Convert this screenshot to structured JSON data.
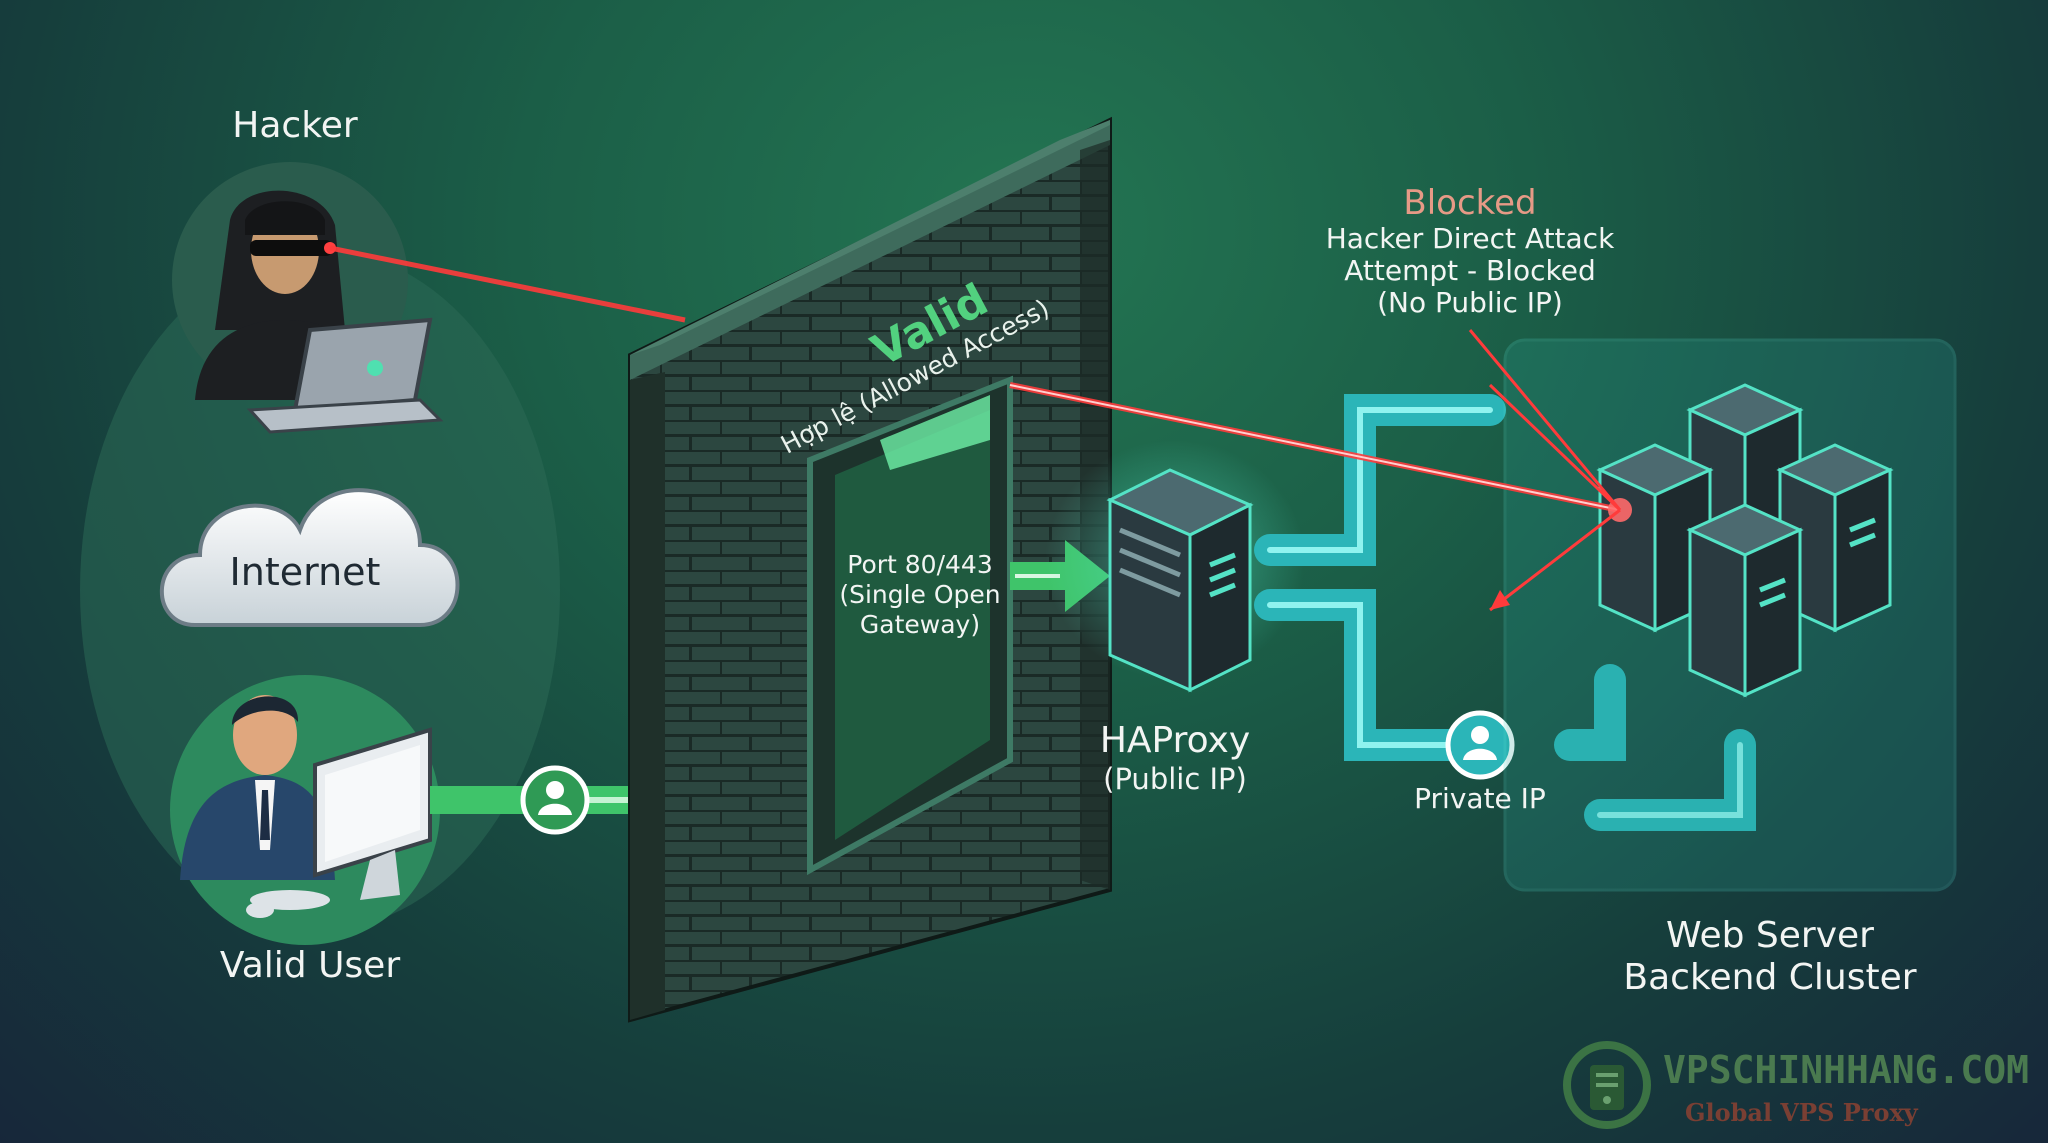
{
  "labels": {
    "hacker": "Hacker",
    "internet": "Internet",
    "valid_user": "Valid User",
    "wall_valid": "Valid",
    "wall_valid_sub": "Hợp lệ (Allowed Access)",
    "port_line1": "Port 80/443",
    "port_line2": "(Single Open",
    "port_line3": "Gateway)",
    "haproxy": "HAProxy",
    "haproxy_sub": "(Public IP)",
    "private_ip": "Private IP",
    "webserver_line1": "Web Server",
    "webserver_line2": "Backend Cluster",
    "blocked_title": "Blocked",
    "blocked_line1": "Hacker Direct Attack",
    "blocked_line2": "Attempt - Blocked",
    "blocked_line3": "(No Public IP)"
  },
  "brand": {
    "name": "VPSCHINHHANG.COM",
    "tagline": "Global VPS Proxy"
  },
  "colors": {
    "laser": "#ff3b3b",
    "allowed": "#3fc46a",
    "pipe": "#2bb5b8",
    "blocked_text": "#e69a86",
    "wall": "#2d4a42"
  }
}
